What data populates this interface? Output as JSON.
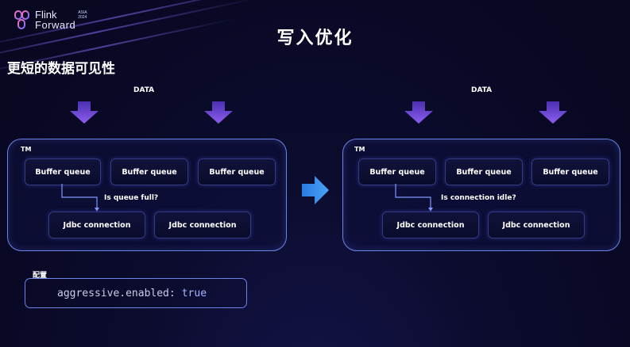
{
  "branding": {
    "name_line1": "Flink",
    "name_line2": "Forward",
    "badge_line1": "ASIA",
    "badge_line2": "2024"
  },
  "slide": {
    "title": "写入优化",
    "subtitle": "更短的数据可见性"
  },
  "left_panel": {
    "data_label": "DATA",
    "tm_label": "TM",
    "buffer_queues": [
      "Buffer queue",
      "Buffer queue",
      "Buffer queue"
    ],
    "condition": "Is queue full?",
    "connections": [
      "Jdbc connection",
      "Jdbc connection"
    ]
  },
  "right_panel": {
    "data_label": "DATA",
    "tm_label": "TM",
    "buffer_queues": [
      "Buffer queue",
      "Buffer queue",
      "Buffer queue"
    ],
    "condition": "Is connection idle?",
    "connections": [
      "Jdbc connection",
      "Jdbc connection"
    ]
  },
  "config": {
    "label": "配置",
    "key": "aggressive.enabled:",
    "value": "true"
  },
  "colors": {
    "accent_border": "#6c84e6",
    "arrow_purple": "#7a4fe0",
    "arrow_blue": "#3b8ee8",
    "connector": "#7f97ff"
  }
}
